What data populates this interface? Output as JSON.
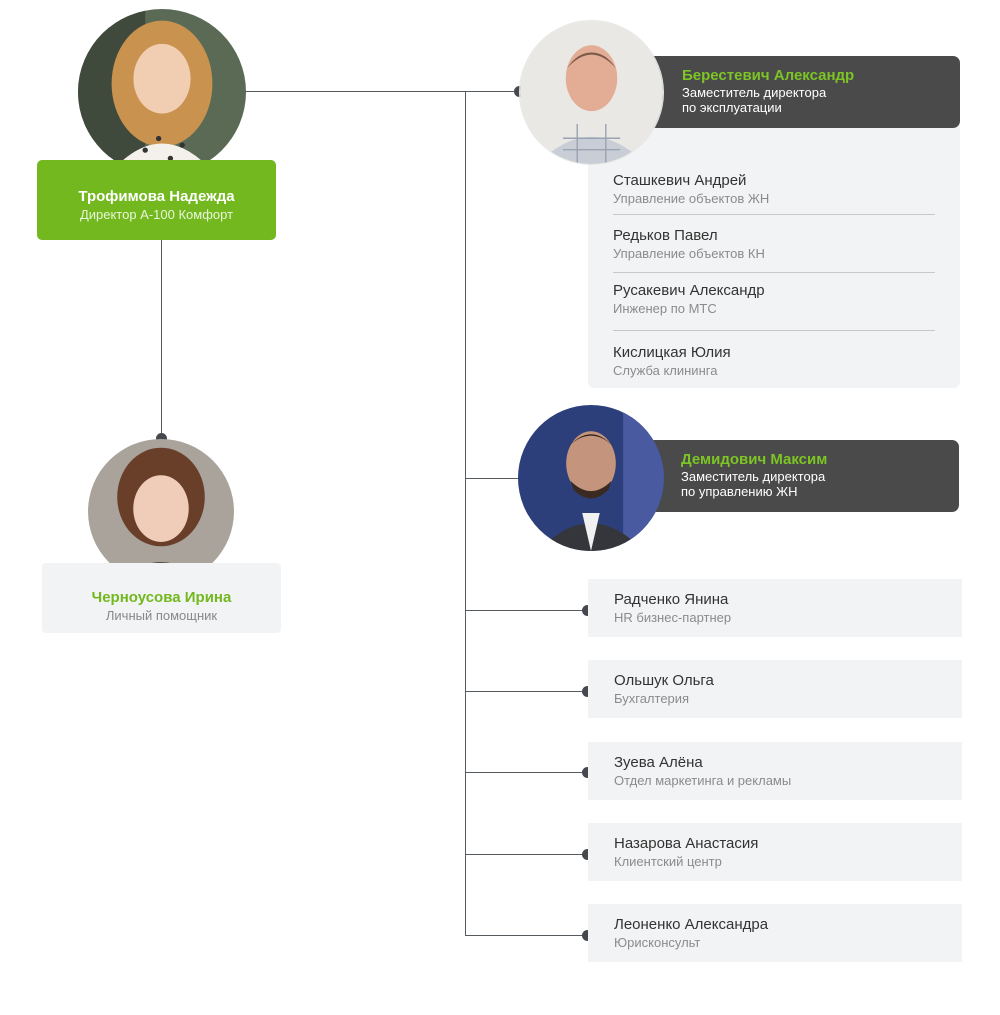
{
  "director": {
    "name": "Трофимова Надежда",
    "position": "Директор А-100 Комфорт"
  },
  "assistant": {
    "name": "Черноусова Ирина",
    "position": "Личный помощник"
  },
  "deputies": [
    {
      "name": "Берестевич Александр",
      "position_line1": "Заместитель директора",
      "position_line2": "по эксплуатации"
    },
    {
      "name": "Демидович Максим",
      "position_line1": "Заместитель директора",
      "position_line2": "по управлению ЖН"
    }
  ],
  "deputy1_team": [
    {
      "name": "Сташкевич Андрей",
      "position": "Управление объектов ЖН"
    },
    {
      "name": "Редьков Павел",
      "position": "Управление объектов КН"
    },
    {
      "name": "Русакевич Александр",
      "position": "Инженер по МТС"
    },
    {
      "name": "Кислицкая Юлия",
      "position": "Служба клининга"
    }
  ],
  "staff": [
    {
      "name": "Радченко Янина",
      "position": "HR бизнес-партнер"
    },
    {
      "name": "Ольшук Ольга",
      "position": "Бухгалтерия"
    },
    {
      "name": "Зуева Алёна",
      "position": "Отдел маркетинга и рекламы"
    },
    {
      "name": "Назарова Анастасия",
      "position": "Клиентский центр"
    },
    {
      "name": "Леоненко Александра",
      "position": "Юрисконсульт"
    }
  ],
  "colors": {
    "accent_green": "#72b81e",
    "dark_card": "#4a4a4a",
    "light_card": "#f2f3f4",
    "connector": "#555a5e"
  }
}
